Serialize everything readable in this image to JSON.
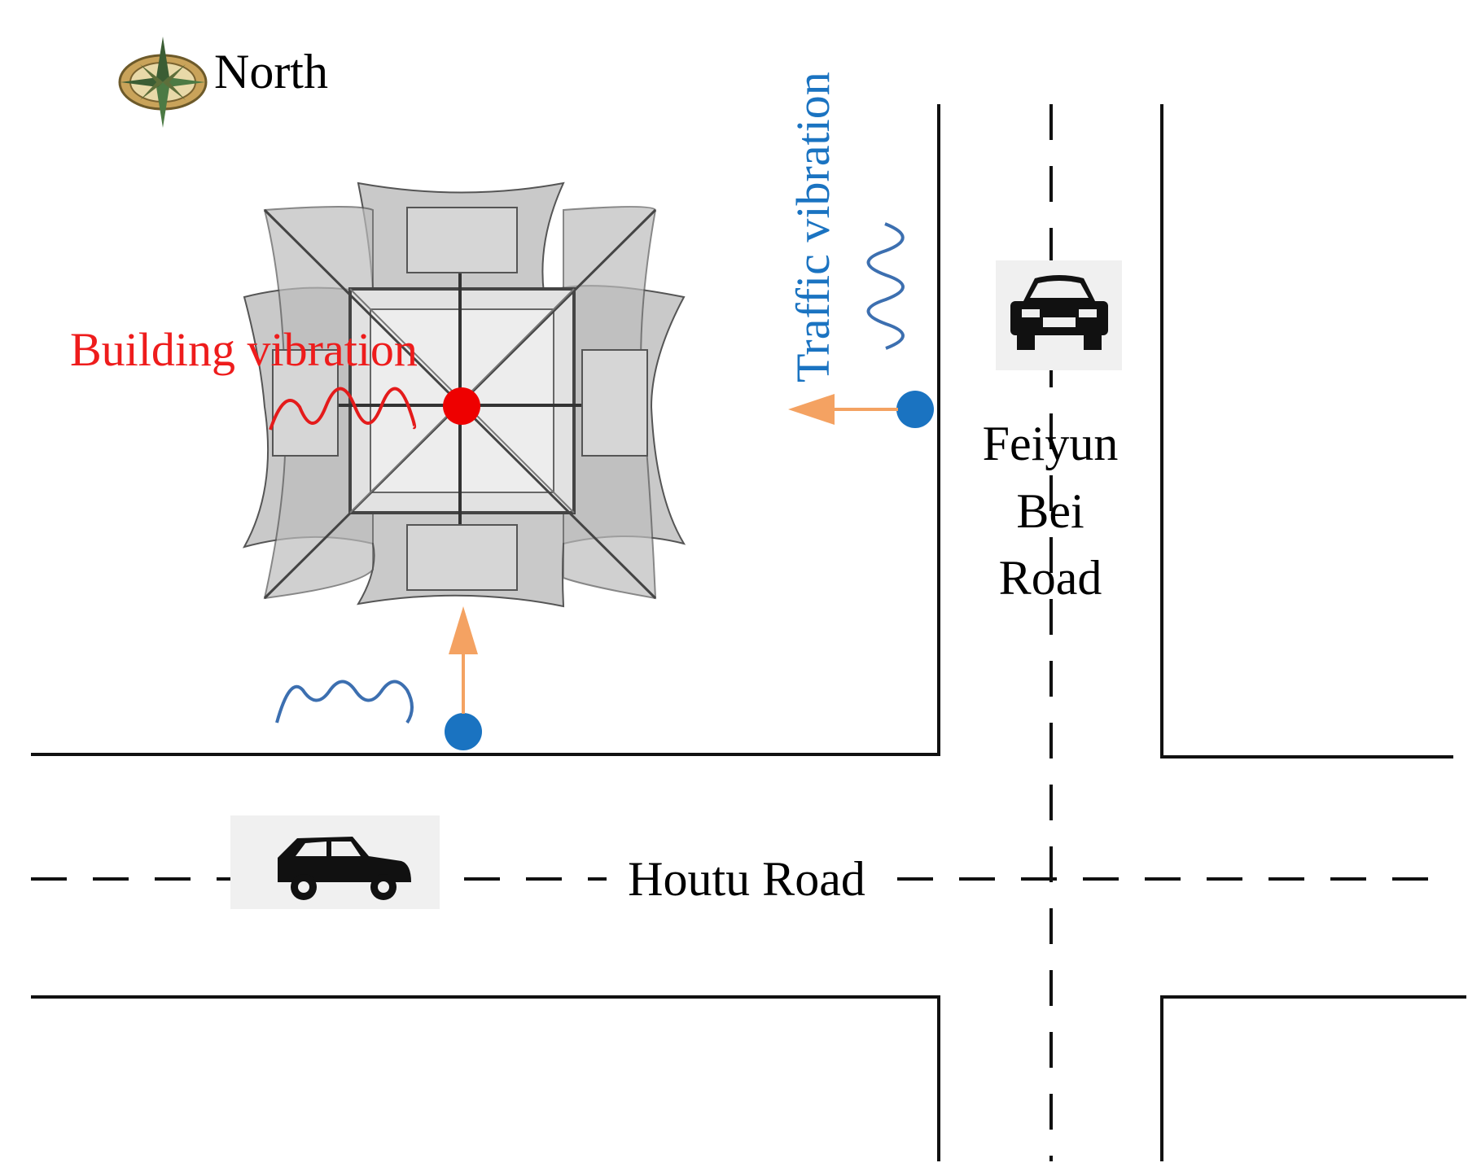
{
  "compass": {
    "label": "North",
    "icon": "compass-rose-icon"
  },
  "building": {
    "label": "Building vibration",
    "label_color": "#ee1c1c",
    "icon": "ancient-pavilion-roof-plan"
  },
  "traffic": {
    "label": "Traffic vibration",
    "label_color": "#1a73c1"
  },
  "roads": {
    "vertical": {
      "line1": "Feiyun",
      "line2": "Bei",
      "line3": "Road"
    },
    "horizontal": {
      "name": "Houtu Road"
    }
  },
  "vehicles": [
    {
      "type": "sedan",
      "icon": "car-front-icon"
    },
    {
      "type": "suv",
      "icon": "car-side-icon"
    }
  ],
  "colors": {
    "road_line": "#111111",
    "arrow": "#f4a262",
    "sensor": "#1a73c1",
    "wave_traffic": "#3c6fb0",
    "wave_building": "#e41b1b",
    "building_dot": "#ee0000"
  }
}
